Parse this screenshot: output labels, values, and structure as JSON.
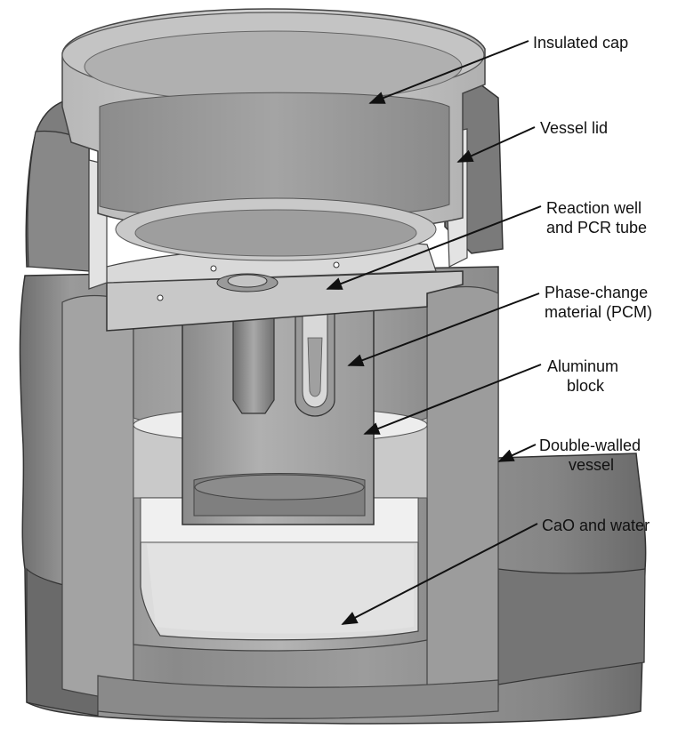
{
  "labels": {
    "insulated_cap": "Insulated cap",
    "vessel_lid": "Vessel lid",
    "reaction_well_1": "Reaction well",
    "reaction_well_2": "and PCR tube",
    "pcm_1": "Phase-change",
    "pcm_2": "material (PCM)",
    "aluminum_1": "Aluminum",
    "aluminum_2": "block",
    "vessel_1": "Double-walled",
    "vessel_2": "vessel",
    "cao": "CaO and water"
  }
}
